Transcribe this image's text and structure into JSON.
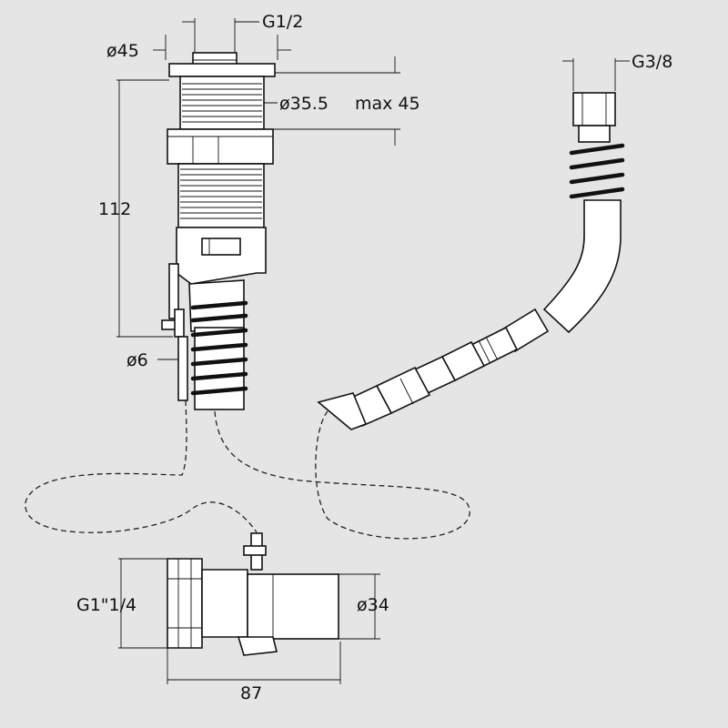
{
  "labels": {
    "g_half": "G1/2",
    "d45": "ø45",
    "d35_5": "ø35.5",
    "max45": "max 45",
    "len112": "112",
    "d6": "ø6",
    "g_3_8": "G3/8",
    "g_1_1_4": "G1\"1/4",
    "d34": "ø34",
    "len87": "87"
  },
  "colors": {
    "background": "#e5e5e5",
    "line": "#111111",
    "part_fill": "#ffffff"
  }
}
